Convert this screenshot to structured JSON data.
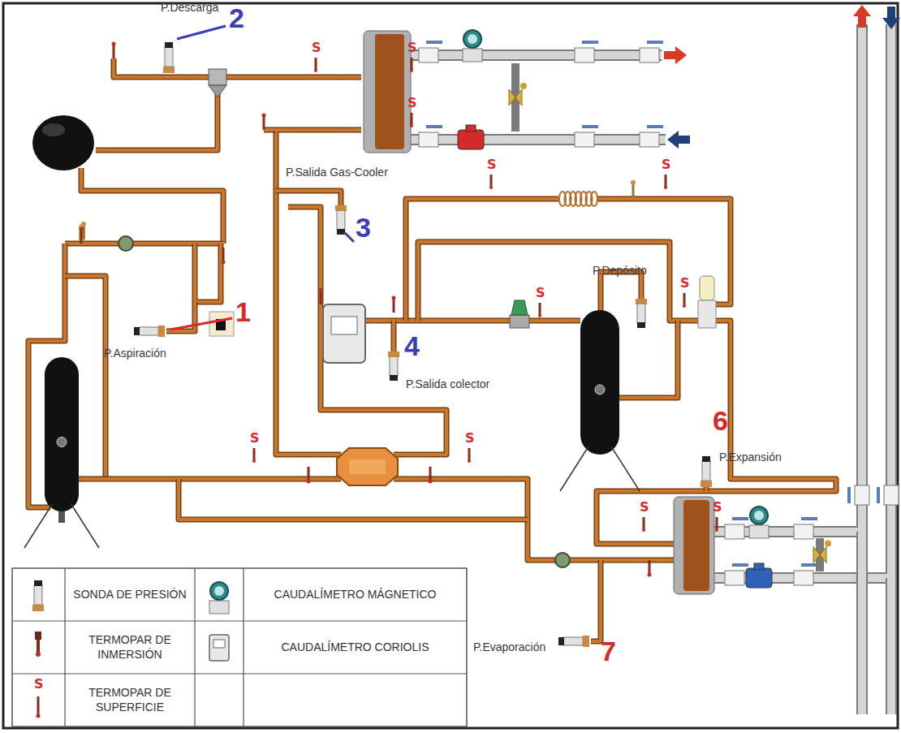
{
  "diagram": {
    "labels": [
      "P.Descarga",
      "2",
      "P.Salida Gas-Cooler",
      "3",
      "P.Aspiración",
      "1",
      "P.Depósito",
      "4",
      "P.Salida colector",
      "6",
      "P.Expansión",
      "P.Evaporación",
      "7",
      "S",
      "S",
      "S",
      "S",
      "S",
      "S",
      "S",
      "S",
      "S",
      "S",
      "S",
      "S"
    ],
    "legend": [
      {
        "text": "SONDA DE PRESIÓN"
      },
      {
        "text": "CAUDALÍMETRO MÁGNETICO"
      },
      {
        "text": "TERMOPAR DE INMERSIÓN"
      },
      {
        "text": "CAUDALÍMETRO CORIOLIS"
      },
      {
        "text": "TERMOPAR DE SUPERFICIE"
      }
    ]
  }
}
